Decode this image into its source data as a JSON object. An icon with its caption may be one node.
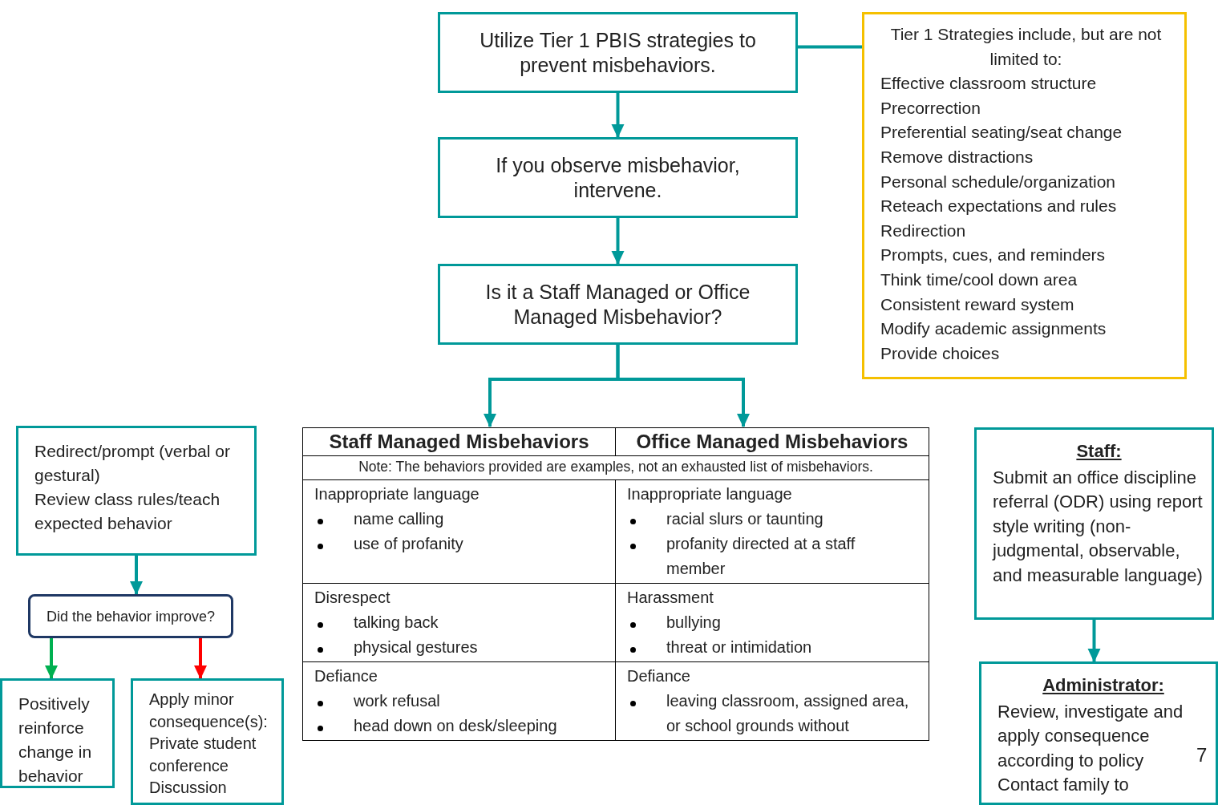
{
  "diagram": {
    "nodes": [
      {
        "text": [
          "Utilize Tier 1 PBIS strategies to prevent misbehaviors."
        ]
      },
      {
        "text": [
          "Tier 1 Strategies include, but are not limited to:",
          "Effective classroom structure",
          "Precorrection",
          "Preferential seating/seat change",
          "Remove distractions",
          "Personal schedule/organization",
          "Reteach expectations and rules",
          "Redirection",
          "Prompts, cues, and reminders",
          "Think time/cool down area",
          "Consistent reward system",
          "Modify academic assignments",
          "Provide choices"
        ]
      },
      {
        "text": [
          "If you observe misbehavior, intervene."
        ]
      },
      {
        "text": [
          "Is it a Staff Managed or Office Managed Misbehavior?"
        ]
      },
      {
        "text": [
          "Staff Managed Misbehaviors"
        ]
      },
      {
        "text": [
          "Office Managed Misbehaviors"
        ]
      },
      {
        "text": [
          "Redirect/prompt (verbal or gestural)",
          "Review class rules/teach expected behavior"
        ]
      },
      {
        "text": [
          "Did the behavior improve?"
        ]
      },
      {
        "text": [
          "Positively reinforce change in behavior"
        ]
      },
      {
        "text": [
          "Apply minor consequence(s):",
          "Private student conference",
          "Discussion"
        ]
      },
      {
        "text": [
          "Staff:",
          "Submit an office discipline referral (ODR) using report style writing (non-judgmental, observable, and measurable language)"
        ]
      },
      {
        "text": [
          "Administrator:",
          "Review, investigate and apply consequence according to policy",
          "Contact family to"
        ]
      }
    ],
    "edges": [
      {
        "from": 0,
        "to": 1,
        "arrow": "none"
      },
      {
        "from": 0,
        "to": 2,
        "arrow": "to"
      },
      {
        "from": 2,
        "to": 3,
        "arrow": "to"
      },
      {
        "from": 3,
        "to": 4,
        "arrow": "to"
      },
      {
        "from": 3,
        "to": 5,
        "arrow": "to"
      },
      {
        "from": 6,
        "to": 7,
        "arrow": "to"
      },
      {
        "from": 7,
        "to": 8,
        "arrow": "to",
        "color": "#00b050"
      },
      {
        "from": 7,
        "to": 9,
        "arrow": "to",
        "color": "#ff0000"
      },
      {
        "from": 10,
        "to": 11,
        "arrow": "to"
      }
    ],
    "labels": [
      "Note: The behaviors provided are examples, not an exhausted list of misbehaviors.",
      "Inappropriate language",
      "name calling",
      "use of profanity",
      "Inappropriate language",
      "racial slurs or taunting",
      "profanity directed at a staff member",
      "Disrespect",
      "talking back",
      "physical gestures",
      "Harassment",
      "bullying",
      "threat or intimidation",
      "Defiance",
      "work refusal",
      "head down on desk/sleeping",
      "Defiance",
      "leaving classroom, assigned area, or school grounds without",
      "7"
    ]
  }
}
